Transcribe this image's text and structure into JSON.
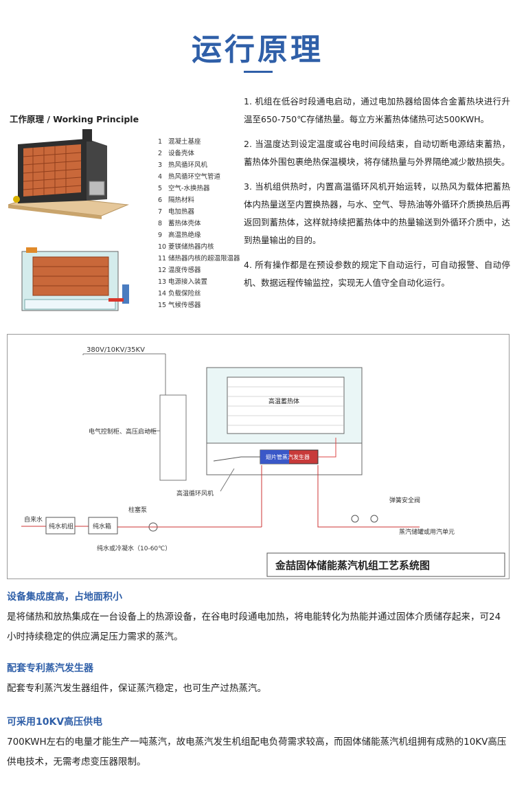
{
  "header": {
    "title": "运行原理"
  },
  "principle": {
    "heading": "工作原理 / Working Principle",
    "legend": [
      {
        "n": "1",
        "text": "混凝土基座"
      },
      {
        "n": "2",
        "text": "设备壳体"
      },
      {
        "n": "3",
        "text": "热风循环风机"
      },
      {
        "n": "4",
        "text": "热风循环空气管道"
      },
      {
        "n": "5",
        "text": "空气-水换热器"
      },
      {
        "n": "6",
        "text": "隔热材料"
      },
      {
        "n": "7",
        "text": "电加热器"
      },
      {
        "n": "8",
        "text": "蓄热体壳体"
      },
      {
        "n": "9",
        "text": "高温热绝缘"
      },
      {
        "n": "10",
        "text": "菱镁储热器内核"
      },
      {
        "n": "11",
        "text": "储热器内核的超温限温器"
      },
      {
        "n": "12",
        "text": "温度传感器"
      },
      {
        "n": "13",
        "text": "电源接入装置"
      },
      {
        "n": "14",
        "text": "负载保险丝"
      },
      {
        "n": "15",
        "text": "气候传感器"
      }
    ]
  },
  "steps": [
    "1. 机组在低谷时段通电启动，通过电加热器给固体合金蓄热块进行升温至650-750℃存储热量。每立方米蓄热体储热可达500KWH。",
    "2. 当温度达到设定温度或谷电时间段结束，自动切断电源结束蓄热，蓄热体外围包裹绝热保温模块，将存储热量与外界隔绝减少散热损失。",
    "3. 当机组供热时，内置高温循环风机开始运转，以热风为载体把蓄热体内热量送至内置换热器，与水、空气、导热油等外循环介质换热后再返回到蓄热体，这样就持续把蓄热体中的热量输送到外循环介质中，达到热量输出的目的。",
    "4. 所有操作都是在预设参数的规定下自动运行，可自动报警、自动停机、数据远程传输监控，实现无人值守全自动化运行。"
  ],
  "diagram": {
    "voltage": "380V/10KV/35KV",
    "cabinet": "电气控制柜、高压启动柜",
    "core": "高温蓄热体",
    "generator": "翅片管蒸汽发生器",
    "fan": "高温循环风机",
    "source": "自来水",
    "unit1": "纯水机组",
    "unit2": "纯水箱",
    "pump": "柱塞泵",
    "water": "纯水或冷凝水（10-60℃）",
    "valve": "弹簧安全阀",
    "outlet": "蒸汽储罐或用汽单元",
    "caption": "金喆固体储能蒸汽机组工艺系统图"
  },
  "sections": [
    {
      "title": "设备集成度高，占地面积小",
      "body": "是将储热和放热集成在一台设备上的热源设备，在谷电时段通电加热，将电能转化为热能并通过固体介质储存起来，可24小时持续稳定的供应满足压力需求的蒸汽。"
    },
    {
      "title": "配套专利蒸汽发生器",
      "body": "配套专利蒸汽发生器组件，保证蒸汽稳定，也可生产过热蒸汽。"
    },
    {
      "title": "可采用10KV高压供电",
      "body": "700KWH左右的电量才能生产一吨蒸汽，故电蒸汽发生机组配电负荷需求较高，而固体储能蒸汽机组拥有成熟的10KV高压供电技术，无需考虑变压器限制。"
    }
  ],
  "colors": {
    "accent": "#2f5fa8",
    "brick": "#c9683a",
    "steel": "#3a3a3a"
  }
}
